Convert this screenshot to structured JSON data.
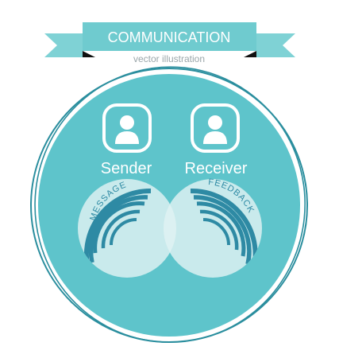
{
  "banner": {
    "title": "COMMUNICATION",
    "subtitle": "vector illustration"
  },
  "roles": {
    "sender": "Sender",
    "receiver": "Receiver"
  },
  "signals": {
    "message": "MESSAGE",
    "feedback": "FEEDBACK"
  },
  "colors": {
    "teal": "#5ec4cb",
    "banner": "#6fcbcf",
    "banner_dark": "#3d9aa0",
    "ring": "#2a8e9e",
    "wave": "#2e8aa4",
    "bubble": "#e0f3f3",
    "text_light": "#ffffff",
    "subtitle": "#9aa6aa"
  },
  "icons": {
    "sender": "person-icon",
    "receiver": "person-icon",
    "message": "signal-waves-icon",
    "feedback": "signal-waves-icon"
  }
}
